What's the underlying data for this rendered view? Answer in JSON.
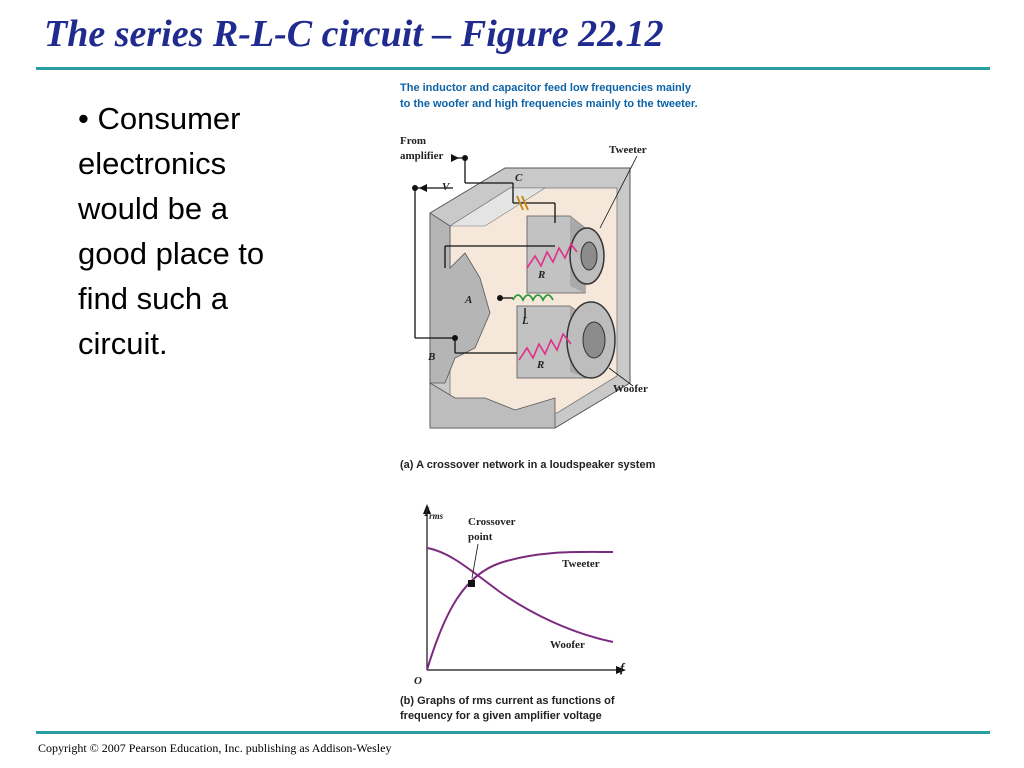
{
  "slide": {
    "title": "The series R-L-C circuit – Figure 22.12",
    "bullet": "• Consumer electronics would be a good place to find such a circuit.",
    "copyright": "Copyright © 2007 Pearson Education, Inc. publishing as Addison-Wesley"
  },
  "figure_a": {
    "annotation": "The inductor and capacitor feed low frequencies mainly to the woofer and high frequencies mainly to the tweeter.",
    "from_amplifier_1": "From",
    "from_amplifier_2": "amplifier",
    "label_v": "V",
    "label_c": "C",
    "label_a": "A",
    "label_b": "B",
    "label_l": "L",
    "label_r1": "R",
    "label_r2": "R",
    "tweeter": "Tweeter",
    "woofer": "Woofer",
    "caption_tag": "(a)",
    "caption": "A crossover network in a loudspeaker system"
  },
  "figure_b": {
    "y_axis_label": "I",
    "y_axis_sub": "rms",
    "x_axis_label": "f",
    "origin": "O",
    "crossover_1": "Crossover",
    "crossover_2": "point",
    "tweeter": "Tweeter",
    "woofer": "Woofer",
    "caption_tag": "(b)",
    "caption_line1": "Graphs of rms current as functions of",
    "caption_line2": "frequency for a given amplifier voltage"
  },
  "colors": {
    "title": "#1f2b8f",
    "rule": "#2a9da0",
    "annotation": "#0d63a7",
    "curve": "#7b2b7f",
    "resistor": "#e0308a",
    "inductor": "#2e9a3d",
    "capacitor": "#c98a1a"
  }
}
